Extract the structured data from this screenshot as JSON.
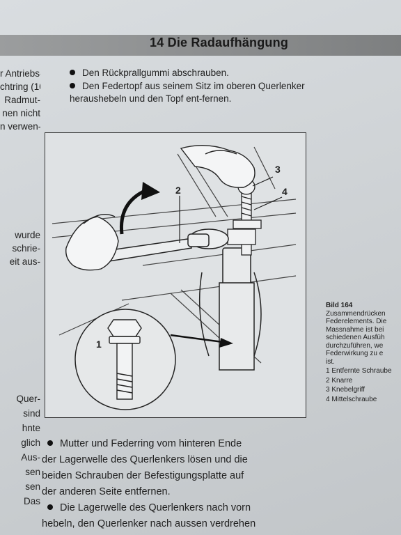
{
  "header": {
    "title": "14 Die Radaufhängung"
  },
  "left_column_top": [
    "r Antriebs-",
    "chtring (10",
    "Radmut-",
    "nen nicht",
    "n verwen-"
  ],
  "left_column_mid": [
    "wurde",
    "schrie-",
    "eit aus-"
  ],
  "left_column_bottom": [
    "Quer-",
    "sind",
    "hnte",
    "glich",
    "Aus-",
    "sen",
    "",
    "sen",
    "Das"
  ],
  "intro_steps": [
    "Den Rückprallgummi abschrauben.",
    "Den Federtopf aus seinem Sitz im oberen Querlenker heraushebeln und den Topf ent-fernen."
  ],
  "figure": {
    "labels": [
      "1",
      "2",
      "3",
      "4"
    ]
  },
  "caption": {
    "title": "Bild 164",
    "lines": [
      "Zusammendrücken",
      "Federelements. Die",
      "Massnahme ist bei",
      "schiedenen Ausfüh",
      "durchzuführen, we",
      "Federwirkung zu e",
      "ist."
    ],
    "items": [
      "1 Entfernte Schraube",
      "2 Knarre",
      "3 Knebelgriff",
      "4 Mittelschraube"
    ]
  },
  "bottom_steps": [
    {
      "lines": [
        "Mutter und Federring vom hinteren Ende",
        "der Lagerwelle des Querlenkers lösen und die",
        "beiden Schrauben der Befestigungsplatte auf",
        "der anderen Seite entfernen."
      ]
    },
    {
      "lines": [
        "Die Lagerwelle des Querlenkers nach vorn",
        "hebeln, den Querlenker nach aussen verdrehen"
      ]
    }
  ]
}
